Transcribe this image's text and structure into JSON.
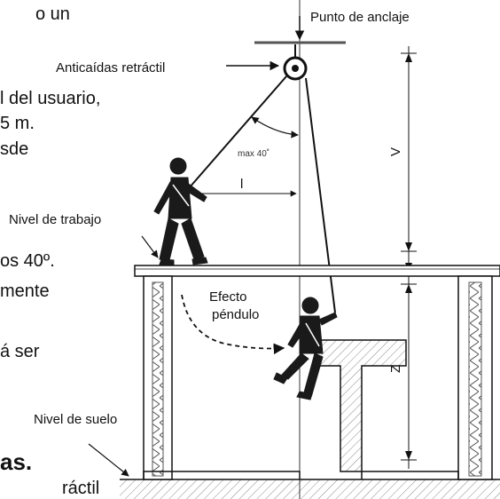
{
  "body_text_fragments": [
    "o un",
    "l del usuario,",
    "5 m.",
    "sde",
    "os 40º.",
    "mente",
    "á ser",
    "as.",
    "ráctil"
  ],
  "labels": {
    "anchor_point": "Punto de anclaje",
    "retractable_device": "Anticaídas retráctil",
    "work_level": "Nivel de trabajo",
    "ground_level": "Nivel de suelo",
    "pendulum_effect_line1": "Efecto",
    "pendulum_effect_line2": "péndulo",
    "max_angle": "max 40˚",
    "dim_v": "V",
    "dim_l": "l",
    "dim_z": "Z"
  },
  "colors": {
    "ink": "#111111",
    "hatch": "#8a8a8a",
    "platform_fill": "#ffffff",
    "background": "#ffffff"
  },
  "icons": [
    "worker-figure-standing",
    "worker-figure-falling",
    "retractable-device-icon",
    "anchor-beam-icon"
  ]
}
